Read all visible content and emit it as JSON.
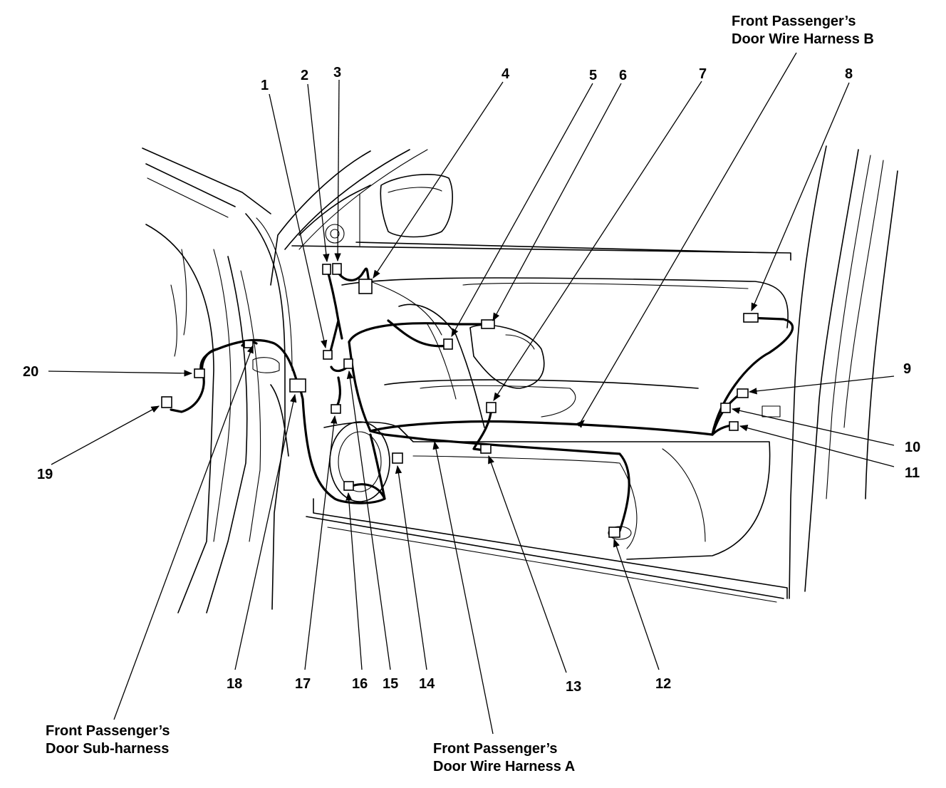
{
  "diagram": {
    "callouts": [
      "1",
      "2",
      "3",
      "4",
      "5",
      "6",
      "7",
      "8",
      "9",
      "10",
      "11",
      "12",
      "13",
      "14",
      "15",
      "16",
      "17",
      "18",
      "19",
      "20"
    ],
    "harness_labels": {
      "harness_b": [
        "Front Passenger’s",
        "Door Wire Harness B"
      ],
      "harness_a": [
        "Front Passenger’s",
        "Door Wire Harness A"
      ],
      "sub_harness": [
        "Front Passenger’s",
        "Door Sub-harness"
      ]
    },
    "colors": {
      "line": "#000000",
      "background": "#ffffff"
    }
  }
}
